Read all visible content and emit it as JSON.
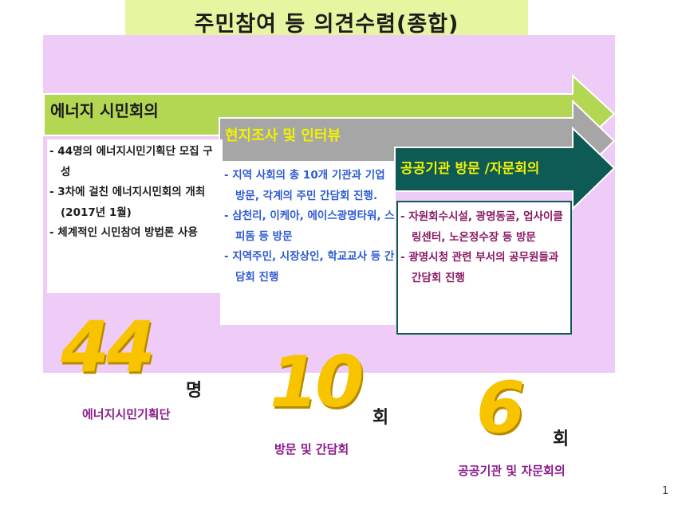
{
  "title": "주민참여 등 의견수렴(종합)",
  "arrows": [
    {
      "label": "에너지 시민회의",
      "color": "#b3d653"
    },
    {
      "label": "현지조사 및 인터뷰",
      "color": "#a6a6a6"
    },
    {
      "label": "공공기관 방문 /자문회의",
      "color": "#0e5a55"
    }
  ],
  "box1_items": [
    "- 44명의 에너지시민기획단 모집 구성",
    "- 3차에 걸친 에너지시민회의 개최(2017년 1월)",
    "- 체계적인 시민참여 방법론 사용"
  ],
  "box2_items": [
    "- 지역 사회의 총 10개 기관과 기업 방문, 각계의 주민 간담회 진행.",
    "- 삼천리, 이케아, 에이스광명타워, 스피돔 등 방문",
    "- 지역주민, 시장상인, 학교교사 등 간담회 진행"
  ],
  "box3_items": [
    "- 자원회수시설, 광명동굴, 업사이클링센터, 노온정수장 등 방문",
    "- 광명시청 관련 부서의 공무원들과 간담회 진행"
  ],
  "stats": [
    {
      "number": "44",
      "unit": "명",
      "caption": "에너지시민기획단"
    },
    {
      "number": "10",
      "unit": "회",
      "caption": "방문 및 간담회"
    },
    {
      "number": "6",
      "unit": "회",
      "caption": "공공기관 및 자문회의"
    }
  ],
  "page_number": "1",
  "colors": {
    "purple_bg": "#eeccf7",
    "title_bg": "#e6f5a0",
    "number": "#f8c400"
  }
}
